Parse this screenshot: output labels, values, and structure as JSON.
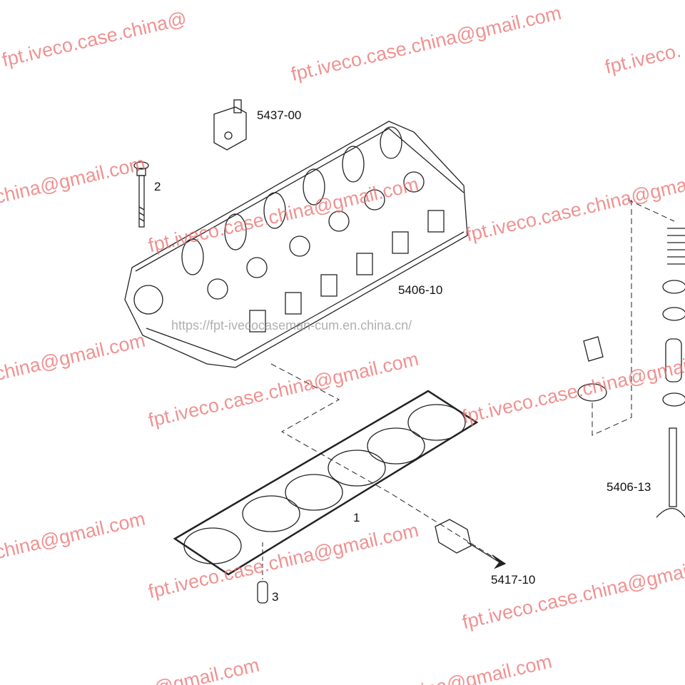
{
  "labels": {
    "sensor_bracket": "5437-00",
    "bolt": "2",
    "cylinder_head": "5406-10",
    "valve_assembly": "5406-13",
    "gasket": "1",
    "dowel": "3",
    "sensor": "5417-10"
  },
  "watermarks": {
    "w1": "fpt.iveco.case.china@",
    "w2": "fpt.iveco.case.china@gmail.com",
    "w3": "fpt.iveco.",
    "w4": "china@gmail.com",
    "w5": "fpt.iveco.case.china@gmail.com",
    "w6": "china@gmail.com",
    "w7": "fpt.iveco.case.china@gmail.com",
    "w8": "china@gmail.com",
    "w9": "fpt.iveco.case.china@gmail.com",
    "w10": "fpt.iveco.case.china@gmail.com",
    "w11": "china@gmail.com",
    "w12": "fpt.iveco.case.china@gmail.com",
    "w13": "china@gmail.com",
    "url": "https://fpt-ivecocaseman-cum.en.china.cn/"
  }
}
